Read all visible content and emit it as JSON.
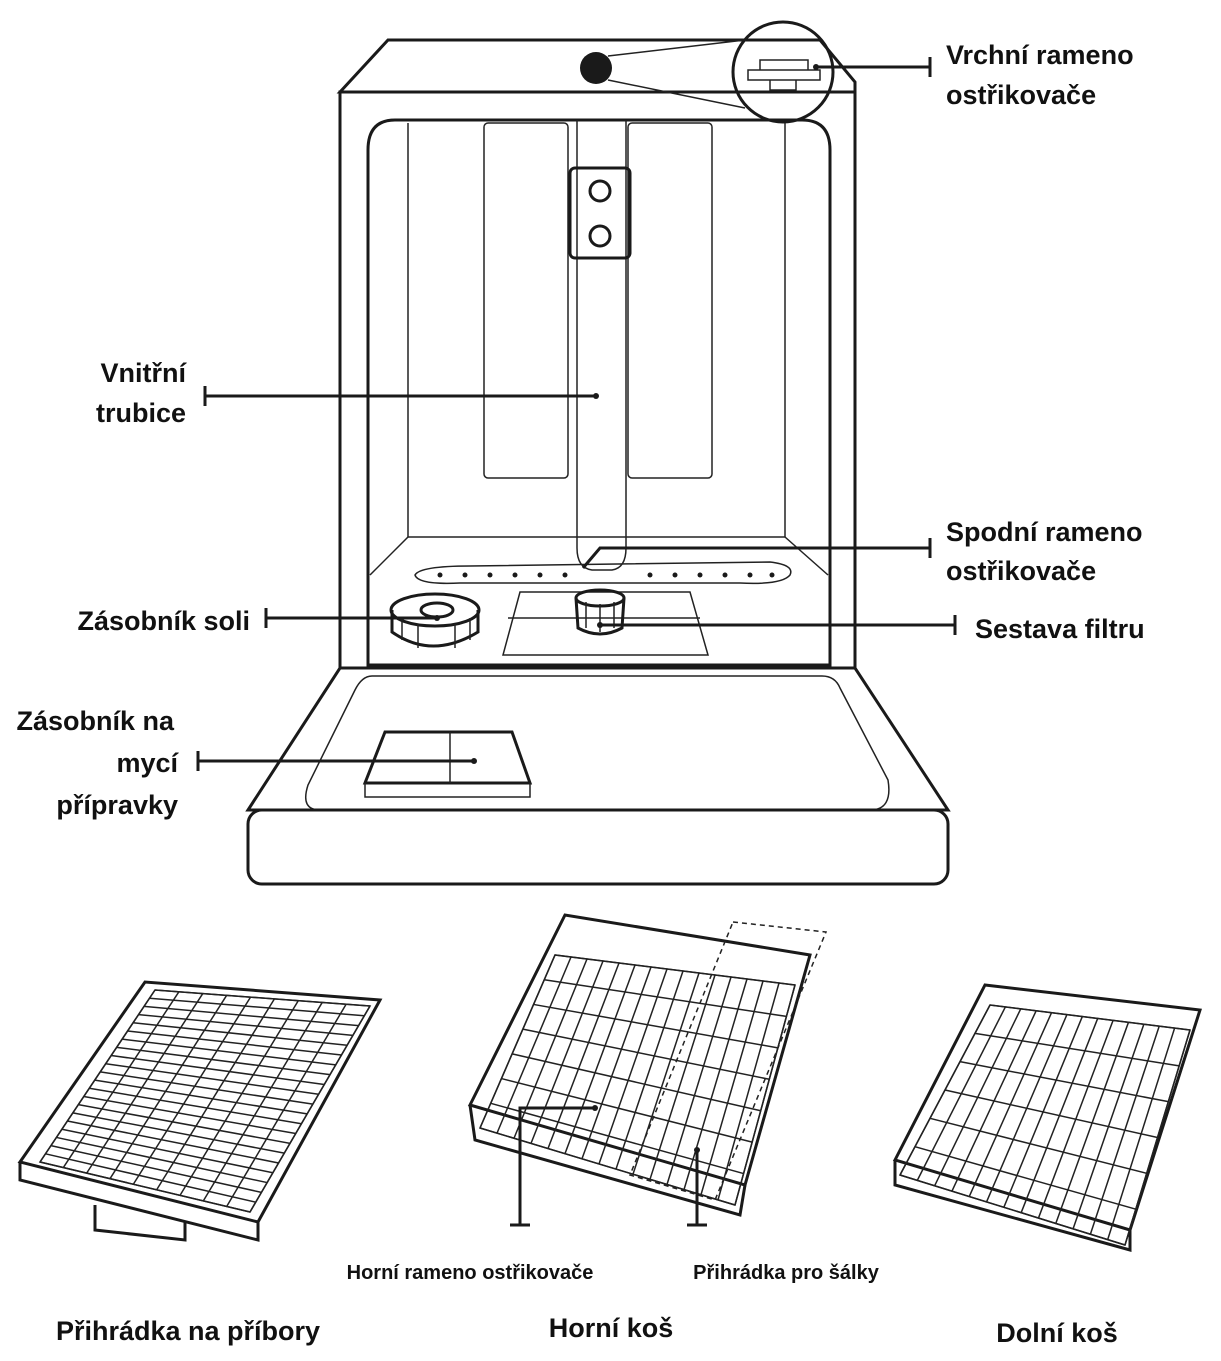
{
  "labels": {
    "top_spray_arm_1": "Vrchní rameno",
    "top_spray_arm_2": "ostřikovače",
    "inner_tube_1": "Vnitřní",
    "inner_tube_2": "trubice",
    "lower_spray_arm_1": "Spodní rameno",
    "lower_spray_arm_2": "ostřikovače",
    "salt_container": "Zásobník soli",
    "filter_assembly": "Sestava filtru",
    "detergent_1": "Zásobník na",
    "detergent_2": "mycí",
    "detergent_3": "přípravky",
    "upper_spray_arm": "Horní rameno ostřikovače",
    "cup_shelf": "Přihrádka pro šálky"
  },
  "captions": {
    "cutlery_tray": "Přihrádka na příbory",
    "upper_basket": "Horní koš",
    "lower_basket": "Dolní koš"
  },
  "colors": {
    "line": "#1a1a1a",
    "text": "#111111",
    "background": "#ffffff"
  }
}
